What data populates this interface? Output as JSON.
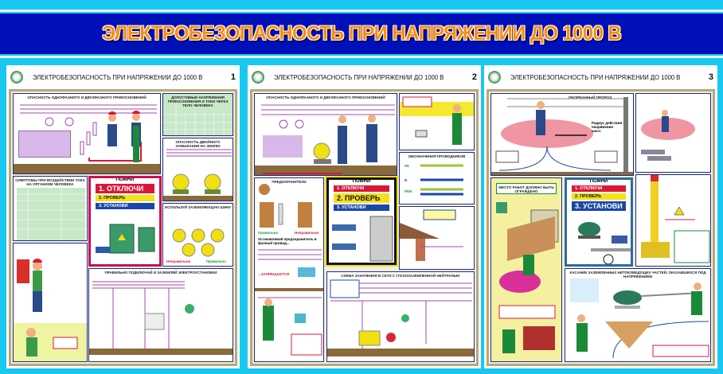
{
  "banner": {
    "title": "ЭЛЕКТРОБЕЗОПАСНОСТЬ ПРИ НАПРЯЖЕНИИ ДО 1000 В"
  },
  "posters": [
    {
      "title": "ЭЛЕКТРОБЕЗОПАСНОСТЬ ПРИ НАПРЯЖЕНИИ ДО 1000 В",
      "number": "1",
      "sections": {
        "touch": "Опасность однофазного и двухфазного прикосновений",
        "allowed": "Допустимые напряжения прикосновения и токи через тело человека",
        "double": "Опасность двойного замыкания на землю",
        "symptoms": "Симптомы при воздействии тока на организм человека",
        "busbar": "Используй заземляющую шину",
        "wrong": "Неправильно",
        "right": "Правильно",
        "connect": "Правильно подключай и заземляй электроустановки"
      },
      "remember": {
        "title": "ПОМНИ",
        "rule1": "1. ОТКЛЮЧИ",
        "rule2": "2. ПРОВЕРЬ",
        "rule3": "3. УСТАНОВИ"
      }
    },
    {
      "title": "ЭЛЕКТРОБЕЗОПАСНОСТЬ ПРИ НАПРЯЖЕНИИ ДО 1000 В",
      "number": "2",
      "sections": {
        "touch": "Опасность однофазного и двухфазного прикосновений",
        "conductors": "Обозначения проводников",
        "pe": "PE",
        "n": "N",
        "pen": "PEN",
        "fuses": "Предохранители",
        "right": "Правильно",
        "wrong": "Неправильно",
        "install": "Устанавливай предохранитель в фазный провод...",
        "forbidden": "...ЗАПРЕЩАЕТСЯ",
        "scheme": "Схема зануления в сети с глухозаземленной нейтралью"
      },
      "remember": {
        "title": "ПОМНИ",
        "rule1": "1. ОТКЛЮЧИ",
        "rule2": "2. ПРОВЕРЬ",
        "rule3": "3. УСТАНОВИ"
      }
    },
    {
      "title": "ЭЛЕКТРОБЕЗОПАСНОСТЬ ПРИ НАПРЯЖЕНИИ ДО 1000 В",
      "number": "3",
      "sections": {
        "wire": "Оборванный провод",
        "radius": "Радиус действия напряжения шага:",
        "fence": "Место работ должно быть ограждено",
        "contact": "Касание заземленных нетоковедущих частей, оказавшихся под напряжением"
      },
      "remember": {
        "title": "ПОМНИ",
        "rule1": "1. ОТКЛЮЧИ",
        "rule2": "2. ПРОВЕРЬ",
        "rule3": "3. УСТАНОВИ"
      }
    }
  ]
}
